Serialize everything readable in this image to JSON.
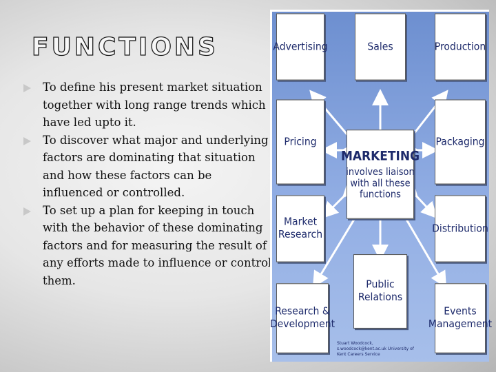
{
  "title": "FUNCTIONS",
  "bullets": [
    " To define his present market situation together with long range trends which have led upto it.",
    "To discover what major and underlying factors are dominating that situation and how these factors can be influenced or controlled.",
    "To set up a plan for keeping in touch with the behavior of these dominating factors and for measuring the result of any efforts made to influence or control them."
  ],
  "diagram": {
    "center": {
      "title": "MARKETING",
      "subtitle": "involves liaison with all these functions"
    },
    "boxes": {
      "advertising": "Advertising",
      "sales": "Sales",
      "production": "Production",
      "pricing": "Pricing",
      "packaging": "Packaging",
      "market_research": "Market Research",
      "distribution": "Distribution",
      "public_relations": "Public Relations",
      "research_development": "Research & Development",
      "events_management": "Events Management"
    },
    "credit": "Stuart Woodcock, s.woodcock@kent.ac.uk University of Kent Careers Service"
  }
}
